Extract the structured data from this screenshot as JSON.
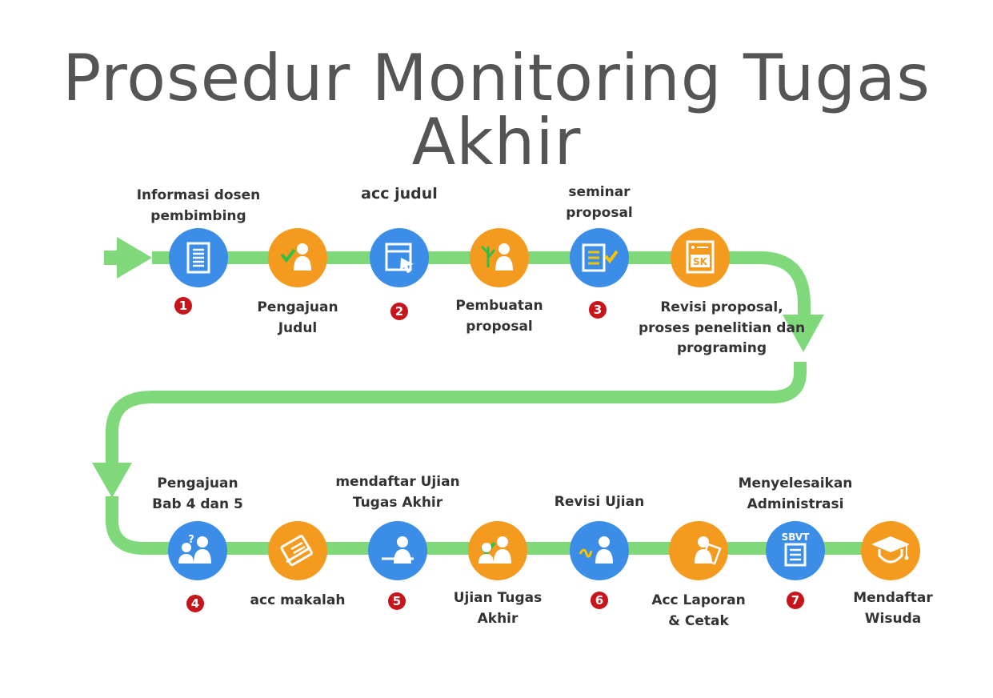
{
  "title": "Prosedur Monitoring Tugas Akhir",
  "colors": {
    "path": "#7fd97a",
    "blue": "#3b8de8",
    "orange": "#f49a1f",
    "badge": "#c8151b",
    "text": "#333333"
  },
  "row1": [
    {
      "icon": "document-list-icon",
      "color": "blue",
      "label": "Informasi dosen\npembimbing",
      "label_pos": "above"
    },
    {
      "icon": "person-check-icon",
      "color": "orange",
      "label": "Pengajuan\nJudul",
      "label_pos": "below"
    },
    {
      "icon": "window-cursor-icon",
      "color": "blue",
      "label": "acc judul",
      "label_pos": "above"
    },
    {
      "icon": "person-plant-icon",
      "color": "orange",
      "label": "Pembuatan\nproposal",
      "label_pos": "below"
    },
    {
      "icon": "checklist-icon",
      "color": "blue",
      "label": "seminar\nproposal",
      "label_pos": "above"
    },
    {
      "icon": "sk-document-icon",
      "color": "orange",
      "label": "Revisi proposal,\nproses penelitian dan\nprograming",
      "label_pos": "below",
      "icon_text": "SK"
    }
  ],
  "row2": [
    {
      "icon": "consultation-icon",
      "color": "blue",
      "label": "Pengajuan\nBab 4 dan 5",
      "label_pos": "above"
    },
    {
      "icon": "paper-icon",
      "color": "orange",
      "label": "acc makalah",
      "label_pos": "below"
    },
    {
      "icon": "person-desk-icon",
      "color": "blue",
      "label": "mendaftar Ujian\nTugas Akhir",
      "label_pos": "above"
    },
    {
      "icon": "people-check-icon",
      "color": "orange",
      "label": "Ujian Tugas\nAkhir",
      "label_pos": "below"
    },
    {
      "icon": "person-sign-icon",
      "color": "blue",
      "label": "Revisi Ujian",
      "label_pos": "above"
    },
    {
      "icon": "person-report-icon",
      "color": "orange",
      "label": "Acc Laporan\n& Cetak",
      "label_pos": "below"
    },
    {
      "icon": "sbvt-document-icon",
      "color": "blue",
      "label": "Menyelesaikan\nAdministrasi",
      "label_pos": "above",
      "icon_text": "SBVT"
    },
    {
      "icon": "graduation-cap-icon",
      "color": "orange",
      "label": "Mendaftar\nWisuda",
      "label_pos": "below"
    }
  ],
  "badges": [
    "1",
    "2",
    "3",
    "4",
    "5",
    "6",
    "7"
  ]
}
